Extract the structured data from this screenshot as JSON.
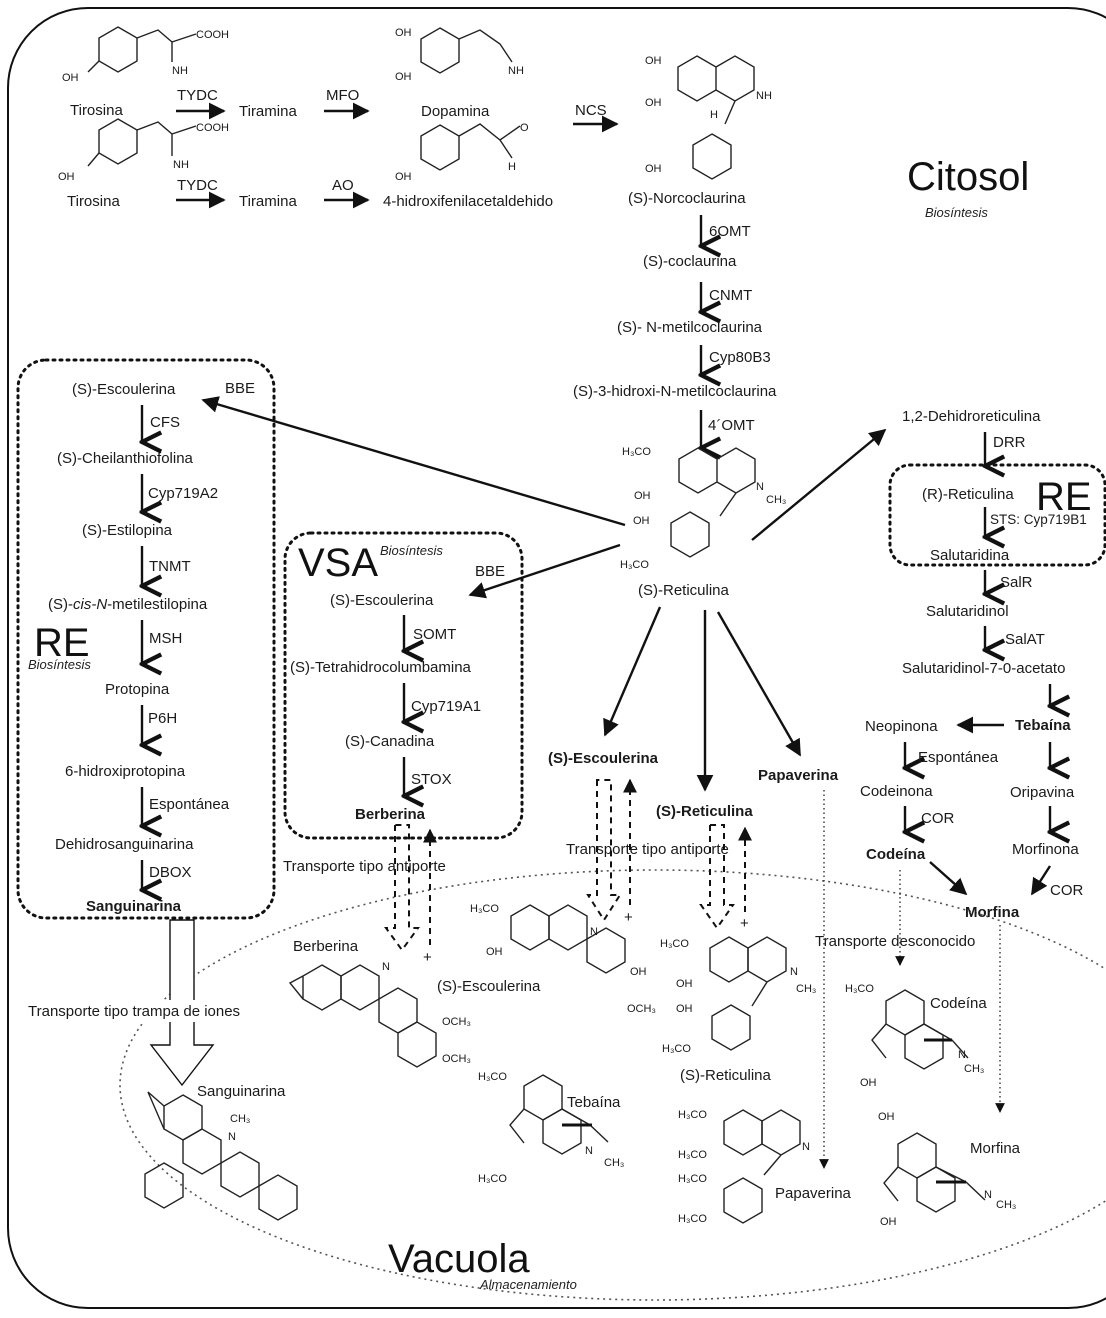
{
  "compartments": {
    "citosol": "Citosol",
    "citosol_sub": "Biosíntesis",
    "vacuola": "Vacuola",
    "vacuola_sub": "Almacenamiento",
    "vsa": "VSA",
    "vsa_sub": "Biosíntesis",
    "re_left": "RE",
    "re_left_sub": "Biosíntesis",
    "re_right": "RE"
  },
  "top": {
    "tirosina": "Tirosina",
    "tydc": "TYDC",
    "tiramina": "Tiramina",
    "mfo": "MFO",
    "dopamina": "Dopamina",
    "ao": "AO",
    "hidroxifenil": "4-hidroxifenilacetaldehido",
    "ncs": "NCS"
  },
  "central": {
    "norcoclaurina": "(S)-Norcoclaurina",
    "omt6": "6OMT",
    "coclaurina": "(S)-coclaurina",
    "cnmt": "CNMT",
    "nmetil": "(S)- N-metilcoclaurina",
    "cyp80": "Cyp80B3",
    "hidroxi": "(S)-3-hidroxi-N-metilcoclaurina",
    "omt4": "4´OMT",
    "reticulina": "(S)-Reticulina"
  },
  "left": {
    "bbe": "BBE",
    "escoulerina": "(S)-Escoulerina",
    "cfs": "CFS",
    "cheilanthifolina": "(S)-Cheilanthiofolina",
    "cyp719a2": "Cyp719A2",
    "estilopina": "(S)-Estilopina",
    "tnmt": "TNMT",
    "cis_pre": "(S)-",
    "cis_it": "cis-N",
    "cis_post": "-metilestilopina",
    "msh": "MSH",
    "protopina": "Protopina",
    "p6h": "P6H",
    "hidroxiprotopina": "6-hidroxiprotopina",
    "espontanea": "Espontánea",
    "dehidro": "Dehidrosanguinarina",
    "dbox": "DBOX",
    "sanguinarina": "Sanguinarina"
  },
  "vsa": {
    "bbe": "BBE",
    "escoulerina": "(S)-Escoulerina",
    "somt": "SOMT",
    "tetrahidro": "(S)-Tetrahidrocolumbamina",
    "cyp719a1": "Cyp719A1",
    "canadina": "(S)-Canadina",
    "stox": "STOX",
    "berberina": "Berberina"
  },
  "mid": {
    "escoulerina": "(S)-Escoulerina",
    "reticulina": "(S)-Reticulina",
    "papaverina": "Papaverina",
    "antiporte1": "Transporte tipo antiporte",
    "antiporte2": "Transporte tipo antiporte"
  },
  "right": {
    "dehidroreticulina": "1,2-Dehidroreticulina",
    "drr": "DRR",
    "r_reticulina": "(R)-Reticulina",
    "sts": "STS: Cyp719B1",
    "salutaridina": "Salutaridina",
    "salr": "SalR",
    "salutaridinol": "Salutaridinol",
    "salat": "SalAT",
    "acetato": "Salutaridinol-7-0-acetato",
    "tebaina": "Tebaína",
    "neopinona": "Neopinona",
    "espontanea": "Espontánea",
    "codeinona": "Codeinona",
    "oripavina": "Oripavina",
    "cor1": "COR",
    "morfinona": "Morfinona",
    "codeina": "Codeína",
    "cor2": "COR",
    "morfina": "Morfina",
    "desconocido": "Transporte desconocido"
  },
  "vacuole_labels": {
    "berberina": "Berberina",
    "escoulerina": "(S)-Escoulerina",
    "reticulina": "(S)-Reticulina",
    "codeina": "Codeína",
    "trampa": "Transporte tipo trampa de iones",
    "sanguinarina": "Sanguinarina",
    "tebaina": "Tebaína",
    "papaverina": "Papaverina",
    "morfina": "Morfina"
  },
  "chem": {
    "cooh": "COOH",
    "nh2": "NH",
    "oh": "OH",
    "h3co": "H₃CO",
    "ch3": "CH₃",
    "och3": "OCH₃",
    "nh": "NH",
    "n": "N",
    "h": "H",
    "o": "O",
    "plus": "+"
  }
}
